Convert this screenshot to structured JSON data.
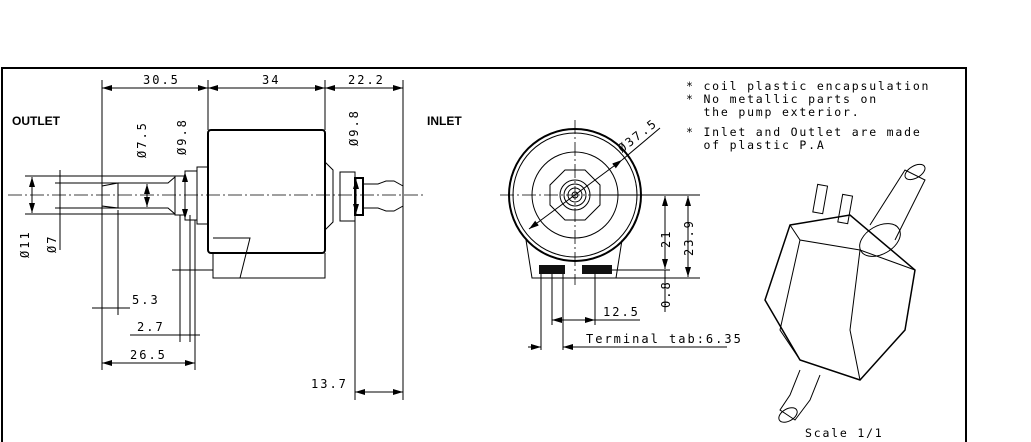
{
  "labels": {
    "outlet": "OUTLET",
    "inlet": "INLET",
    "scale": "Scale 1/1"
  },
  "notes": [
    "* coil plastic encapsulation",
    "* No metallic parts on",
    "  the pump exterior.",
    "* Inlet and Outlet are made",
    "  of plastic P.A"
  ],
  "side_view_dims": {
    "d1": "30.5",
    "d2": "34",
    "d3": "22.2",
    "dia_outlet_outer": "Ø11",
    "dia_outlet_inner": "Ø7",
    "dia_barb": "Ø7.5",
    "dia_nut_outlet": "Ø9.8",
    "dia_nut_inlet": "Ø9.8",
    "d_5_3": "5.3",
    "d_2_7": "2.7",
    "d_26_5": "26.5",
    "d_13_7": "13.7"
  },
  "front_view_dims": {
    "dia_body": "Ø37.5",
    "h21": "21",
    "h23_9": "23.9",
    "h0_8": "0.8",
    "d12_5": "12.5",
    "terminal": "Terminal tab:6.35"
  }
}
